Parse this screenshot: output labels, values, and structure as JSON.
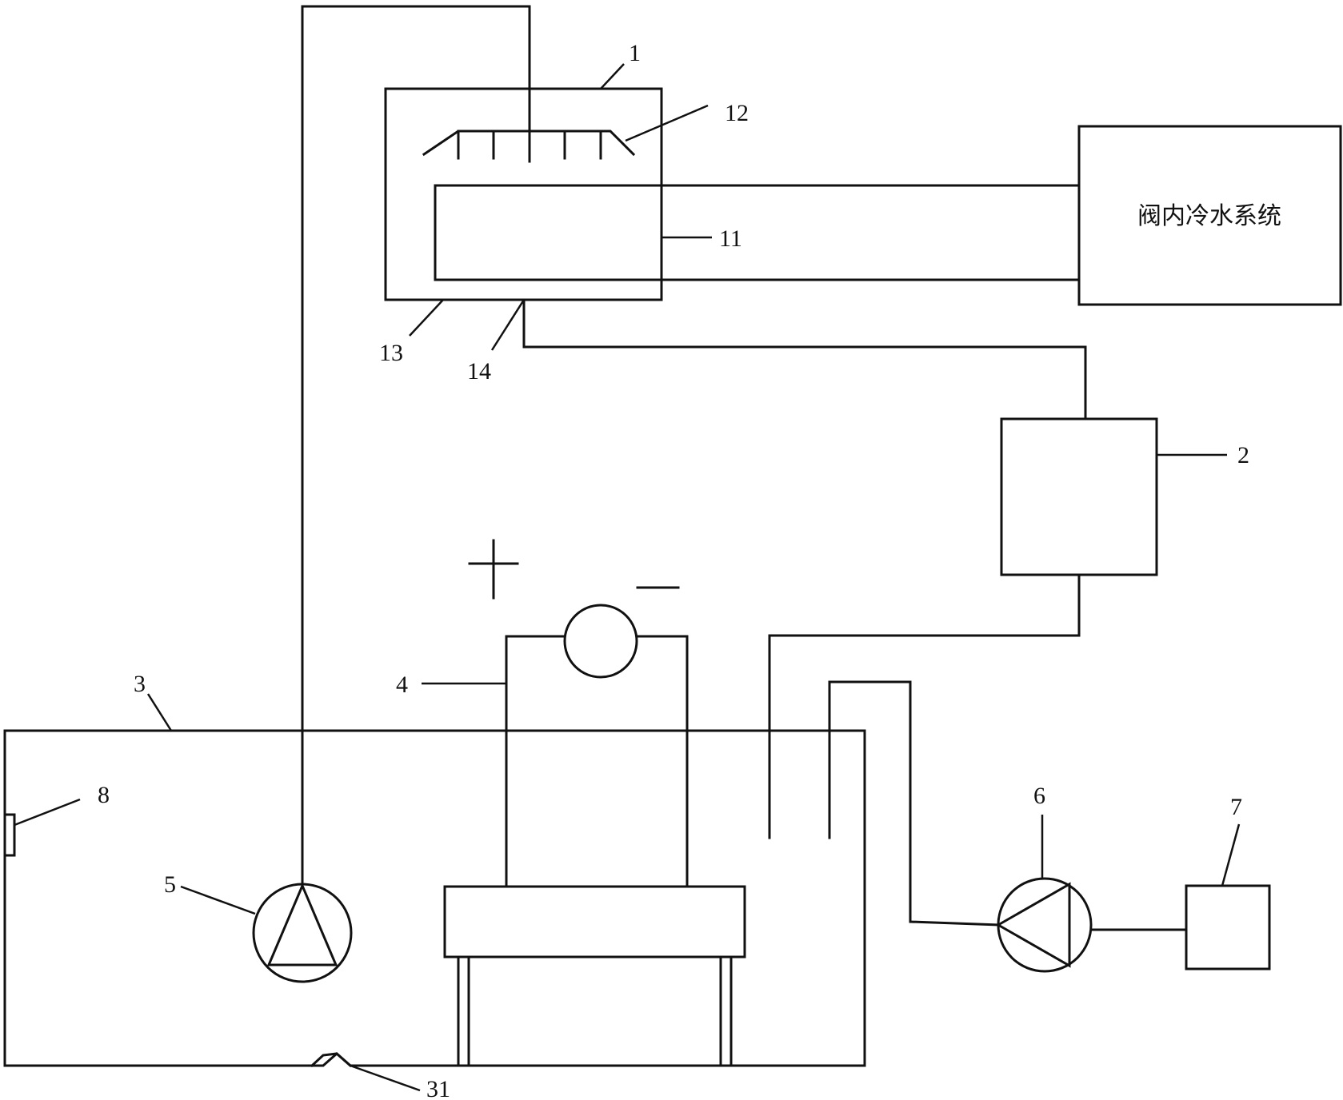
{
  "system_box_text": "阀内冷水系统",
  "labels": {
    "l1": "1",
    "l11": "11",
    "l12": "12",
    "l13": "13",
    "l14": "14",
    "l2": "2",
    "l3": "3",
    "l31": "31",
    "l4": "4",
    "l5": "5",
    "l6": "6",
    "l7": "7",
    "l8": "8"
  },
  "polarity": {
    "plus": "+",
    "minus": "−"
  }
}
